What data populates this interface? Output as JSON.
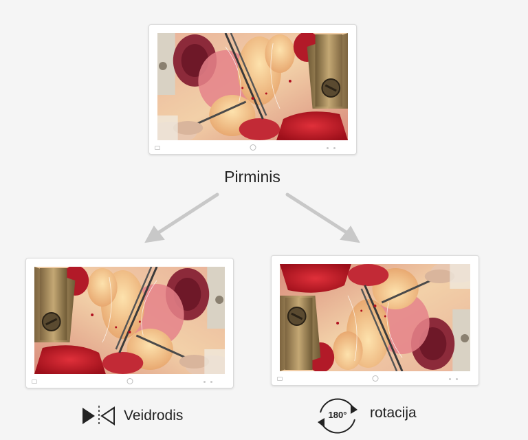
{
  "diagram": {
    "original_label": "Pirminis",
    "mirror_label": "Veidrodis",
    "rotate_label": "rotacija",
    "rotate_badge": "180°"
  },
  "colors": {
    "background": "#f5f5f5",
    "arrow": "#c8c8c8",
    "monitor_bezel": "#ffffff",
    "tissue_red": "#c8202a",
    "tissue_yellow": "#f2c98a",
    "metal": "#a08a5a"
  },
  "icons": {
    "mirror": "mirror-flip-icon",
    "rotate": "rotate-180-icon",
    "brand": "lg-logo-icon"
  }
}
